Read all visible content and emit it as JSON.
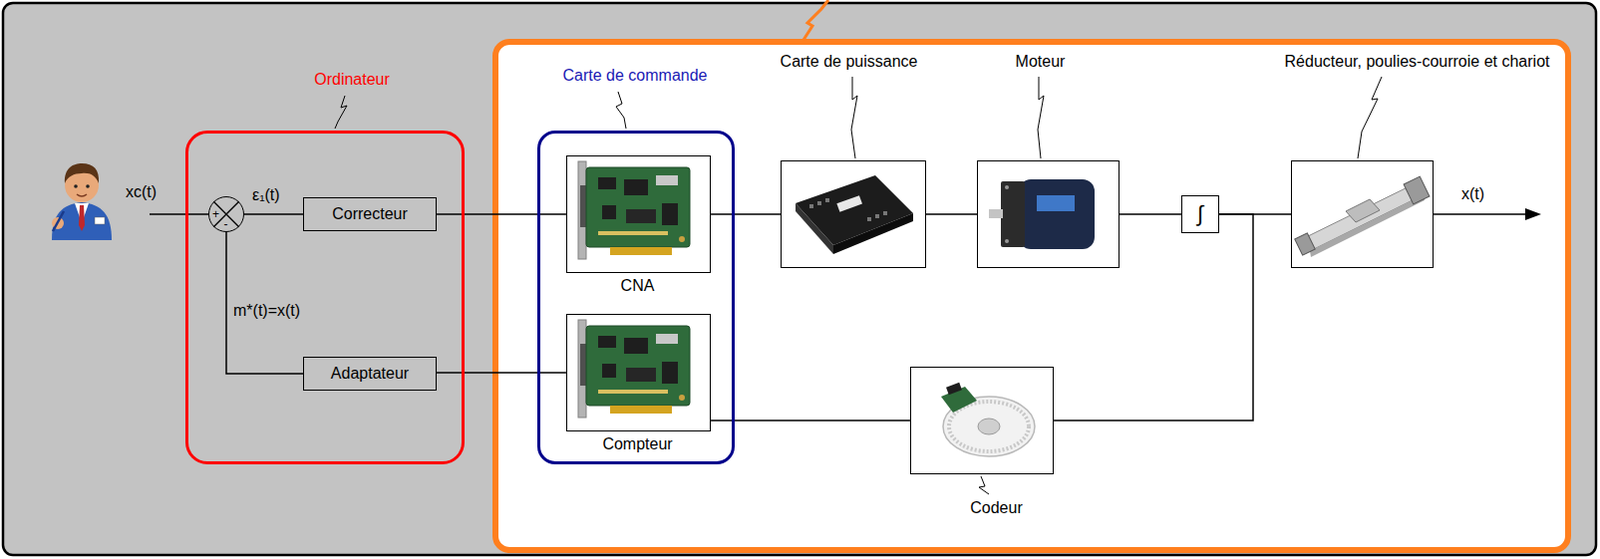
{
  "diagram": {
    "nodes": [
      {
        "text": [
          "Ordinateur"
        ]
      },
      {
        "text": [
          "+",
          "-"
        ],
        "in": 0
      },
      {
        "text": [
          "Correcteur"
        ],
        "in": 0
      },
      {
        "text": [
          "Adaptateur"
        ],
        "in": 0
      },
      {
        "text": [
          "Carte de commande"
        ]
      },
      {
        "text": [
          "CNA"
        ],
        "in": 4
      },
      {
        "text": [
          "Compteur"
        ],
        "in": 4
      },
      {
        "text": [
          "Carte de puissance"
        ]
      },
      {
        "text": [
          "Moteur"
        ]
      },
      {
        "text": [
          "∫"
        ]
      },
      {
        "text": [
          "Réducteur, poulies-courroie et chariot"
        ]
      },
      {
        "text": [
          "Codeur"
        ]
      }
    ],
    "edges": [
      {
        "from": 1,
        "to": 2,
        "arrow": "none",
        "label": "ε₁(t)"
      },
      {
        "from": 2,
        "to": 5,
        "arrow": "none"
      },
      {
        "from": 5,
        "to": 7,
        "arrow": "none"
      },
      {
        "from": 7,
        "to": 8,
        "arrow": "none"
      },
      {
        "from": 8,
        "to": 9,
        "arrow": "none"
      },
      {
        "from": 9,
        "to": 10,
        "arrow": "none"
      },
      {
        "from": 9,
        "to": 11,
        "arrow": "none"
      },
      {
        "from": 11,
        "to": 6,
        "arrow": "none"
      },
      {
        "from": 6,
        "to": 3,
        "arrow": "none"
      },
      {
        "from": 3,
        "to": 1,
        "arrow": "none",
        "label": "m*(t)=x(t)"
      }
    ],
    "labels": [
      "xc(t)",
      "x(t)"
    ]
  }
}
